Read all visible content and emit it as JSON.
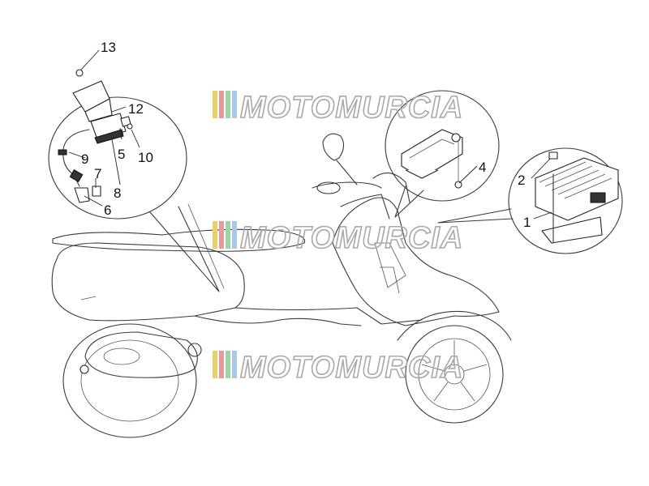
{
  "watermark": {
    "text": "MOTOMURCIA",
    "stripe_colors": [
      "#e8d06a",
      "#e89a9a",
      "#9fd3a8",
      "#a8c8e8"
    ]
  },
  "callouts": [
    {
      "id": "13",
      "label": "13"
    },
    {
      "id": "12",
      "label": "12"
    },
    {
      "id": "5",
      "label": "5"
    },
    {
      "id": "10",
      "label": "10"
    },
    {
      "id": "9",
      "label": "9"
    },
    {
      "id": "7",
      "label": "7"
    },
    {
      "id": "8",
      "label": "8"
    },
    {
      "id": "6",
      "label": "6"
    },
    {
      "id": "4",
      "label": "4"
    },
    {
      "id": "2",
      "label": "2"
    },
    {
      "id": "1",
      "label": "1"
    }
  ]
}
